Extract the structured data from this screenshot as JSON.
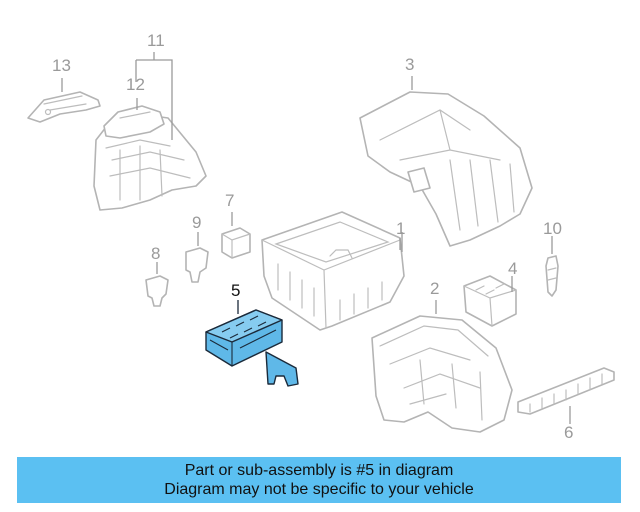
{
  "labels": {
    "p1": "1",
    "p2": "2",
    "p3": "3",
    "p4": "4",
    "p5": "5",
    "p6": "6",
    "p7": "7",
    "p8": "8",
    "p9": "9",
    "p10": "10",
    "p11": "11",
    "p12": "12",
    "p13": "13"
  },
  "banner": {
    "line1": "Part or sub-assembly is #5 in diagram",
    "line2": "Diagram may not be specific to your vehicle"
  },
  "colors": {
    "highlight": "#5fb8e8",
    "banner": "#5bc0f2",
    "line": "#b4b4b4"
  }
}
